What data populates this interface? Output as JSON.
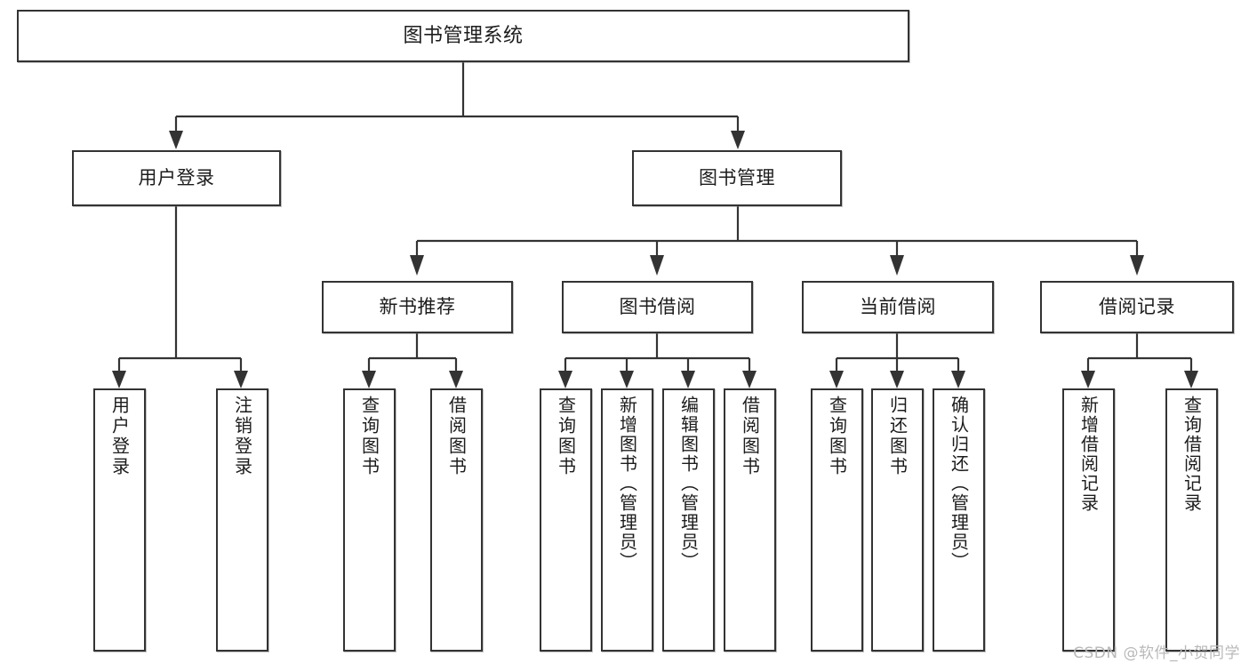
{
  "diagram": {
    "title": "图书管理系统",
    "type": "tree-hierarchy-chart",
    "colors": {
      "box_border": "#333333",
      "box_fill": "#ffffff",
      "connector": "#333333",
      "watermark": "#b9b9b9",
      "page_background": "#ffffff"
    },
    "root": {
      "label": "图书管理系统"
    },
    "level1": [
      {
        "id": "user-login",
        "label": "用户登录"
      },
      {
        "id": "book-management",
        "label": "图书管理"
      }
    ],
    "level2": [
      {
        "id": "new-book-recommend",
        "label": "新书推荐",
        "parent": "book-management"
      },
      {
        "id": "book-borrow",
        "label": "图书借阅",
        "parent": "book-management"
      },
      {
        "id": "current-borrow",
        "label": "当前借阅",
        "parent": "book-management"
      },
      {
        "id": "borrow-record",
        "label": "借阅记录",
        "parent": "book-management"
      }
    ],
    "leaves": [
      {
        "id": "leaf-user-login",
        "label": "用户登录",
        "parent": "user-login"
      },
      {
        "id": "leaf-logout-login",
        "label": "注销登录",
        "parent": "user-login"
      },
      {
        "id": "leaf-query-book-1",
        "label": "查询图书",
        "parent": "new-book-recommend"
      },
      {
        "id": "leaf-borrow-book-1",
        "label": "借阅图书",
        "parent": "new-book-recommend"
      },
      {
        "id": "leaf-query-book-2",
        "label": "查询图书",
        "parent": "book-borrow"
      },
      {
        "id": "leaf-add-book",
        "label": "新增图书（管理员）",
        "parent": "book-borrow"
      },
      {
        "id": "leaf-edit-book",
        "label": "编辑图书（管理员）",
        "parent": "book-borrow"
      },
      {
        "id": "leaf-borrow-book-2",
        "label": "借阅图书",
        "parent": "book-borrow"
      },
      {
        "id": "leaf-query-book-3",
        "label": "查询图书",
        "parent": "current-borrow"
      },
      {
        "id": "leaf-return-book",
        "label": "归还图书",
        "parent": "current-borrow"
      },
      {
        "id": "leaf-confirm-return",
        "label": "确认归还（管理员）",
        "parent": "current-borrow"
      },
      {
        "id": "leaf-add-record",
        "label": "新增借阅记录",
        "parent": "borrow-record"
      },
      {
        "id": "leaf-query-record",
        "label": "查询借阅记录",
        "parent": "borrow-record"
      }
    ],
    "watermark": "CSDN @软件_小贺同学"
  }
}
